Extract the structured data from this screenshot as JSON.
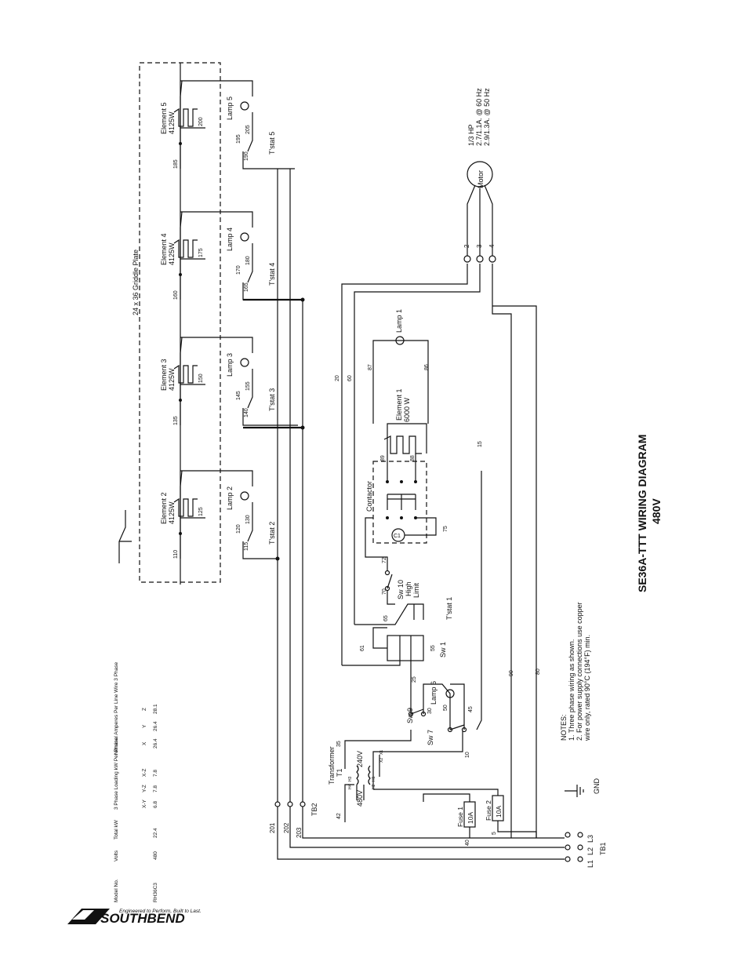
{
  "brand": {
    "name": "SOUTHBEND",
    "tagline": "Engineered to Perform, Built to Last."
  },
  "title": {
    "line1": "SE36A-TTT WIRING DIAGRAM",
    "line2": "480V"
  },
  "griddle_label": "24 x 36 Griddle Plate",
  "elements": [
    {
      "name": "Element 2",
      "watts": "4125W",
      "lamp": "Lamp 2",
      "tstat": "T'stat 2",
      "wires": [
        "110",
        "125",
        "120",
        "130",
        "115"
      ]
    },
    {
      "name": "Element 3",
      "watts": "4125W",
      "lamp": "Lamp 3",
      "tstat": "T'stat 3",
      "wires": [
        "135",
        "150",
        "145",
        "155",
        "140"
      ]
    },
    {
      "name": "Element 4",
      "watts": "4125W",
      "lamp": "Lamp 4",
      "tstat": "T'stat 4",
      "wires": [
        "160",
        "175",
        "170",
        "180",
        "165"
      ]
    },
    {
      "name": "Element 5",
      "watts": "4125W",
      "lamp": "Lamp 5",
      "tstat": "T'stat 5",
      "wires": [
        "185",
        "200",
        "195",
        "205",
        "190"
      ]
    }
  ],
  "oven": {
    "element": "Element 1",
    "element_watts": "6000 W",
    "lamp": "Lamp 1",
    "contactor": "Contactor",
    "coil": "C1",
    "high_limit_1": "Sw 10",
    "high_limit_2": "High",
    "high_limit_3": "Limit",
    "tstat": "T'stat 1",
    "sw1": "Sw 1",
    "sw7": "Sw 7",
    "sw9": "Sw 9",
    "lamp6": "Lamp 6"
  },
  "wire_numbers": {
    "w20": "20",
    "w60": "60",
    "w15": "15",
    "w90": "90",
    "w80": "80",
    "w87": "87",
    "w86": "86",
    "w89": "89",
    "w88": "88",
    "w75": "75",
    "w72": "72",
    "w70": "70",
    "w65": "65",
    "w61": "61",
    "w55": "55",
    "w25": "25",
    "w30": "30",
    "w50": "50",
    "w45": "45",
    "w10": "10",
    "w35": "35",
    "w42": "42",
    "w40": "40",
    "w5": "5",
    "w201": "201",
    "w202": "202",
    "w203": "203"
  },
  "motor": {
    "label": "Motor",
    "hp": "1/3 HP",
    "amp60": "2.7/1.1A. @ 60 Hz",
    "amp50": "2.9/1.3A. @ 50 Hz",
    "terminals": [
      "2",
      "3",
      "4"
    ]
  },
  "transformer": {
    "label": "Transformer",
    "id": "T1",
    "primary": "480V",
    "secondary": "240V",
    "taps": [
      "H4",
      "H3",
      "H2",
      "H1",
      "X2",
      "X1"
    ]
  },
  "fuses": [
    {
      "name": "Fuse 1",
      "rating": "10A"
    },
    {
      "name": "Fuse 2",
      "rating": "10A"
    }
  ],
  "terminal_blocks": {
    "tb1": "TB1",
    "tb2": "TB2",
    "l1": "L1",
    "l2": "L2",
    "l3": "L3",
    "gnd": "GND"
  },
  "notes": {
    "title": "NOTES:",
    "n1": "1. Three phase wiring as shown.",
    "n2a": "2. For power supply connections use copper",
    "n2b": "wire only, rated 90°C (194°F) min."
  },
  "spec_table": {
    "headers": [
      "Model No.",
      "Volts",
      "Total kW",
      "3 Phase Loading kW Per Phase",
      "Nominal Amperes Per Line Wire 3 Phase"
    ],
    "sub_loading": [
      "X-Y",
      "Y-Z",
      "X-Z"
    ],
    "sub_amps": [
      "X",
      "Y",
      "Z"
    ],
    "row": {
      "model": "RH36C3",
      "volts": "480",
      "total": "22.4",
      "loading": [
        "6.8",
        "7.8",
        "7.8"
      ],
      "amps": [
        "26.4",
        "26.4",
        "28.1"
      ]
    }
  },
  "colors": {
    "ink": "#111111",
    "paper": "#ffffff"
  }
}
